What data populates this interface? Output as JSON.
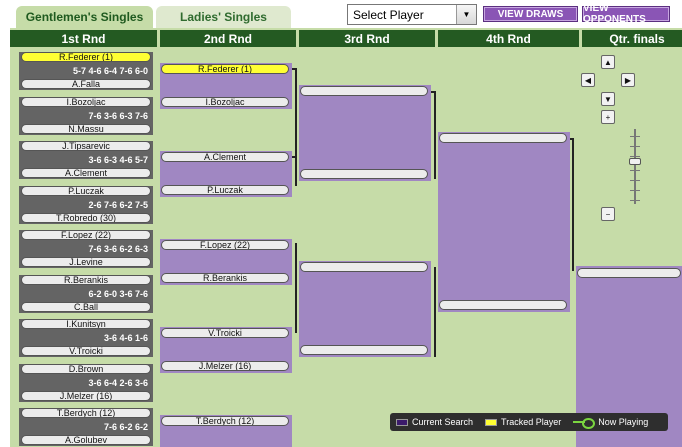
{
  "tabs": [
    {
      "label": "Gentlemen's Singles",
      "active": true
    },
    {
      "label": "Ladies' Singles",
      "active": false
    }
  ],
  "player_select": {
    "value": "Select Player"
  },
  "buttons": {
    "view_draws": "VIEW DRAWS",
    "view_opponents": "VIEW OPPONENTS"
  },
  "round_headers": [
    "1st Rnd",
    "2nd Rnd",
    "3rd Rnd",
    "4th Rnd",
    "Qtr. finals"
  ],
  "round1": [
    {
      "p1": "R.Federer (1)",
      "p1_tracked": true,
      "p2": "A.Falla",
      "score": "5-7 4-6 6-4 7-6 6-0"
    },
    {
      "p1": "I.Bozoljac",
      "p1_tracked": false,
      "p2": "N.Massu",
      "score": "7-6 3-6 6-3 7-6"
    },
    {
      "p1": "J.Tipsarevic",
      "p1_tracked": false,
      "p2": "A.Clement",
      "score": "3-6 6-3 4-6 5-7"
    },
    {
      "p1": "P.Luczak",
      "p1_tracked": false,
      "p2": "T.Robredo (30)",
      "score": "2-6 7-6 6-2 7-5"
    },
    {
      "p1": "F.Lopez (22)",
      "p1_tracked": false,
      "p2": "J.Levine",
      "score": "7-6 3-6 6-2 6-3"
    },
    {
      "p1": "R.Berankis",
      "p1_tracked": false,
      "p2": "C.Ball",
      "score": "6-2 6-0 3-6 7-6"
    },
    {
      "p1": "I.Kunitsyn",
      "p1_tracked": false,
      "p2": "V.Troicki",
      "score": "3-6 4-6 1-6"
    },
    {
      "p1": "D.Brown",
      "p1_tracked": false,
      "p2": "J.Melzer (16)",
      "score": "3-6 6-4 2-6 3-6"
    },
    {
      "p1": "T.Berdych (12)",
      "p1_tracked": false,
      "p2": "A.Golubev",
      "score": "7-6 6-2 6-2"
    }
  ],
  "round2": [
    {
      "name": "R.Federer (1)",
      "tracked": true
    },
    {
      "name": "I.Bozoljac",
      "tracked": false
    },
    {
      "name": "A.Clement",
      "tracked": false
    },
    {
      "name": "P.Luczak",
      "tracked": false
    },
    {
      "name": "F.Lopez (22)",
      "tracked": false
    },
    {
      "name": "R.Berankis",
      "tracked": false
    },
    {
      "name": "V.Troicki",
      "tracked": false
    },
    {
      "name": "J.Melzer (16)",
      "tracked": false
    },
    {
      "name": "T.Berdych (12)",
      "tracked": false
    }
  ],
  "legend": {
    "current_search": "Current Search",
    "tracked_player": "Tracked Player",
    "now_playing": "Now Playing"
  },
  "colors": {
    "header_green": "#245a22",
    "panel_green": "#c6dca8",
    "box_purple": "#a087c2",
    "match_gray": "#646464",
    "tracked_yellow": "#ffff33"
  }
}
